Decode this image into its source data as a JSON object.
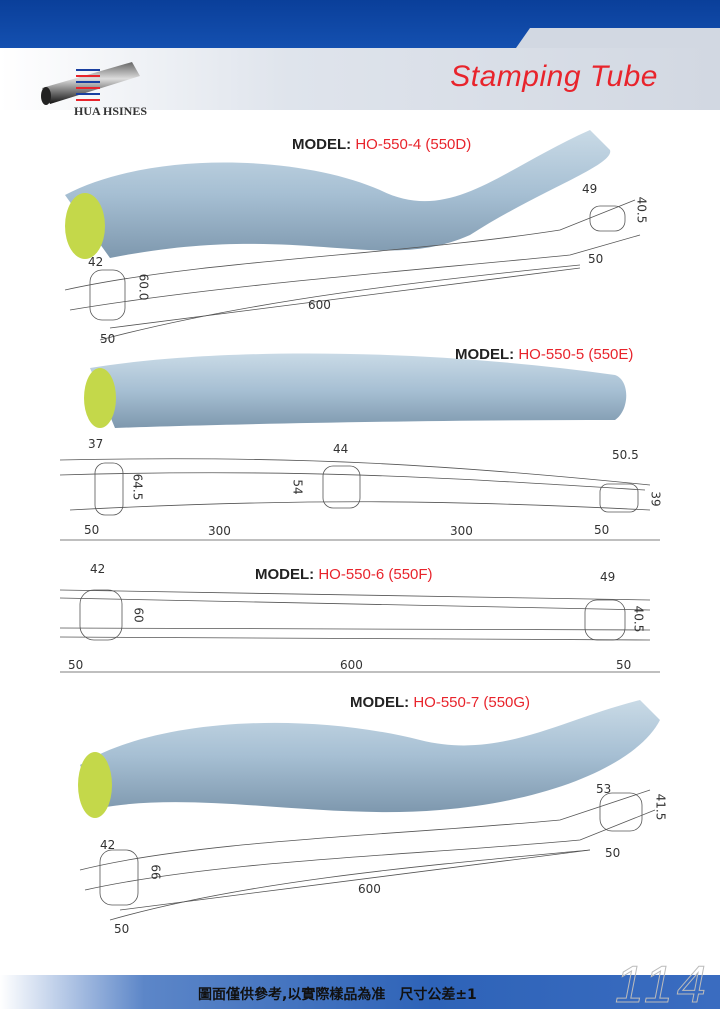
{
  "header": {
    "title": "Stamping Tube",
    "brand": "HUA HSINES"
  },
  "models": [
    {
      "label": "MODEL:",
      "value": "HO-550-4 (550D)",
      "dims": [
        "49",
        "40.5",
        "42",
        "60.0",
        "600",
        "50",
        "50"
      ]
    },
    {
      "label": "MODEL:",
      "value": "HO-550-5 (550E)",
      "dims": [
        "37",
        "64.5",
        "44",
        "54",
        "50.5",
        "39",
        "50",
        "300",
        "300",
        "50"
      ]
    },
    {
      "label": "MODEL:",
      "value": "HO-550-6 (550F)",
      "dims": [
        "42",
        "60",
        "49",
        "40.5",
        "50",
        "600",
        "50"
      ]
    },
    {
      "label": "MODEL:",
      "value": "HO-550-7 (550G)",
      "dims": [
        "53",
        "41.5",
        "42",
        "66",
        "600",
        "50",
        "50"
      ]
    }
  ],
  "footer": {
    "note": "圖面僅供參考,以實際樣品為准　尺寸公差±1",
    "page": "114"
  },
  "colors": {
    "blue": "#0a3f9a",
    "red": "#e8242c",
    "tube": "#a9c2d6",
    "tube_end": "#c4d84a"
  }
}
